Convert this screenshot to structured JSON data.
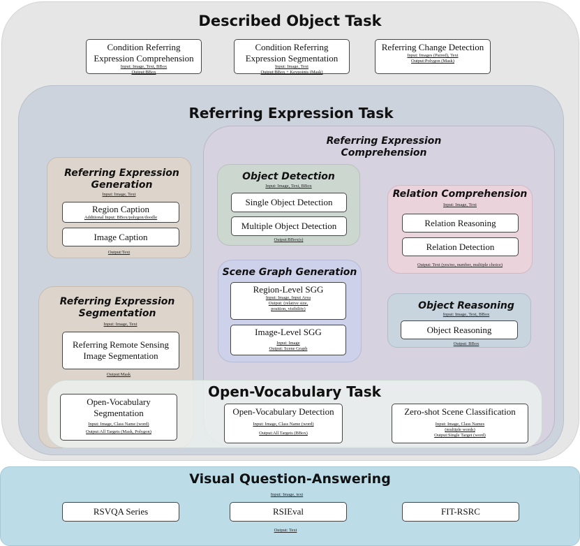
{
  "described": {
    "title": "Described Object Task",
    "boxes": [
      {
        "title": "Condition Referring Expression Comprehension",
        "input": "Input: Image, Text, BBox",
        "output": "Output:BBox"
      },
      {
        "title": "Condition Referring Expression Segmentation",
        "input": "Input: Image, Text",
        "output": "Output:BBox + Keypoints (Mask)"
      },
      {
        "title": "Referring Change Detection",
        "input": "Input: Images (Paired), Text",
        "output": "Output:Polygon (Mask)"
      }
    ]
  },
  "referring": {
    "title": "Referring Expression Task",
    "generation": {
      "title": "Referring Expression Generation",
      "input": "Input: Image, Text",
      "region_caption": "Region Caption",
      "region_caption_note": "Additional Input: BBox/polygon/doodle",
      "image_caption": "Image Caption",
      "output": "Output:Text"
    },
    "segmentation": {
      "title": "Referring Expression Segmentation",
      "input": "Input: Image, Text",
      "box": "Referring Remote Sensing Image Segmentation",
      "output": "Output:Mask"
    },
    "comprehension": {
      "title": "Referring Expression Comprehension",
      "object_detection": {
        "title": "Object Detection",
        "input": "Input: Image, Text, BBox",
        "single": "Single Object Detection",
        "multiple": "Multiple Object Detection",
        "output": "Output:BBox(s)"
      },
      "relation": {
        "title": "Relation Comprehension",
        "input": "Input: Image, Text",
        "reasoning": "Relation Reasoning",
        "detection": "Relation Detection",
        "output": "Output: Text (yes/no, number, multiple choice)"
      },
      "sgg": {
        "title": "Scene Graph Generation",
        "region": {
          "title": "Region-Level SGG",
          "input": "Input: Image, Input Area",
          "output": "Output: (relative size, position, visibility)"
        },
        "image": {
          "title": "Image-Level SGG",
          "input": "Input: Image",
          "output": "Output: Scene Graph"
        }
      },
      "object_reasoning": {
        "title": "Object Reasoning",
        "input": "Input: Image, Text, BBox",
        "box": "Object Reasoning",
        "output": "Output: BBox"
      }
    }
  },
  "open_vocab": {
    "title": "Open-Vocabulary Task",
    "boxes": [
      {
        "title": "Open-Vocabulary Segmentation",
        "input": "Input: Image, Class Name (word)",
        "output": "Output:All Targets (Mask, Polygon)"
      },
      {
        "title": "Open-Vocabulary Detection",
        "input": "Input: Image, Class Name (word)",
        "output": "Output:All Targets (BBox)"
      },
      {
        "title": "Zero-shot Scene Classification",
        "input": "Input: Image, Class Names (multiple words)",
        "output": "Output:Single Target (word)"
      }
    ]
  },
  "vqa": {
    "title": "Visual Question-Answering",
    "input": "Input: Image, text",
    "boxes": [
      "RSVQA Series",
      "RSIEval",
      "FIT-RSRC"
    ],
    "output": "Output: Text"
  },
  "colors": {
    "described_bg": "#e6e6e6",
    "referring_bg": "#ccd3dd",
    "rec_bg": "#d6d2e0",
    "generation_bg": "#ddd4cb",
    "segmentation_bg": "#ddd4cb",
    "object_detection_bg": "#ccd7d0",
    "relation_bg": "#ebd3dc",
    "sgg_bg": "#cdd1ea",
    "object_reasoning_bg": "#c8d4de",
    "open_vocab_bg": "#e6ece8",
    "vqa_bg": "#bcdce8"
  }
}
